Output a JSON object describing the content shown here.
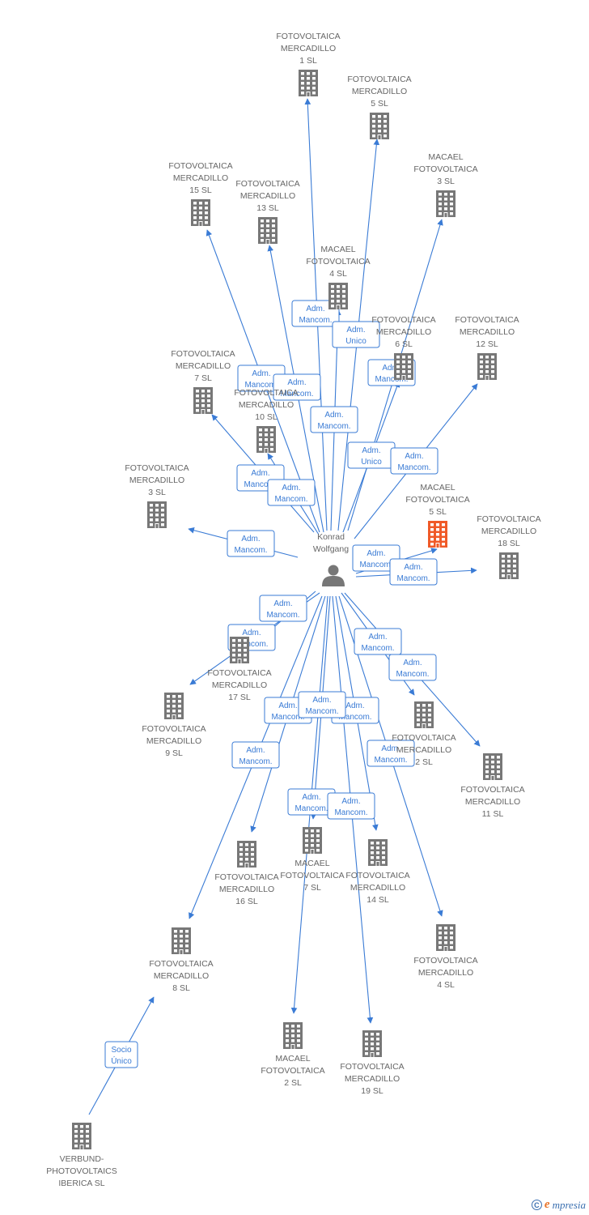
{
  "colors": {
    "edge": "#3a7bd5",
    "company": "#777777",
    "highlight": "#f05a28",
    "person": "#777777"
  },
  "person": {
    "id": "konrad",
    "label": [
      "Konrad",
      "Wolfgang"
    ]
  },
  "companies": [
    {
      "id": "c1",
      "label": [
        "FOTOVOLTAICA",
        "MERCADILLO",
        "1 SL"
      ]
    },
    {
      "id": "c5",
      "label": [
        "FOTOVOLTAICA",
        "MERCADILLO",
        "5 SL"
      ]
    },
    {
      "id": "m3",
      "label": [
        "MACAEL",
        "FOTOVOLTAICA",
        "3 SL"
      ]
    },
    {
      "id": "c15",
      "label": [
        "FOTOVOLTAICA",
        "MERCADILLO",
        "15 SL"
      ]
    },
    {
      "id": "c13",
      "label": [
        "FOTOVOLTAICA",
        "MERCADILLO",
        "13 SL"
      ]
    },
    {
      "id": "m4",
      "label": [
        "MACAEL",
        "FOTOVOLTAICA",
        "4 SL"
      ]
    },
    {
      "id": "c6",
      "label": [
        "FOTOVOLTAICA",
        "MERCADILLO",
        "6 SL"
      ]
    },
    {
      "id": "c12",
      "label": [
        "FOTOVOLTAICA",
        "MERCADILLO",
        "12 SL"
      ]
    },
    {
      "id": "c7",
      "label": [
        "FOTOVOLTAICA",
        "MERCADILLO",
        "7 SL"
      ]
    },
    {
      "id": "c10",
      "label": [
        "FOTOVOLTAICA",
        "MERCADILLO",
        "10 SL"
      ]
    },
    {
      "id": "c3",
      "label": [
        "FOTOVOLTAICA",
        "MERCADILLO",
        "3 SL"
      ]
    },
    {
      "id": "m5",
      "label": [
        "MACAEL",
        "FOTOVOLTAICA",
        "5 SL"
      ],
      "highlight": true
    },
    {
      "id": "c18",
      "label": [
        "FOTOVOLTAICA",
        "MERCADILLO",
        "18 SL"
      ]
    },
    {
      "id": "c17",
      "label": [
        "FOTOVOLTAICA",
        "MERCADILLO",
        "17 SL"
      ]
    },
    {
      "id": "c9",
      "label": [
        "FOTOVOLTAICA",
        "MERCADILLO",
        "9 SL"
      ]
    },
    {
      "id": "c2",
      "label": [
        "FOTOVOLTAICA",
        "MERCADILLO",
        "2 SL"
      ]
    },
    {
      "id": "c11",
      "label": [
        "FOTOVOLTAICA",
        "MERCADILLO",
        "11 SL"
      ]
    },
    {
      "id": "c16",
      "label": [
        "FOTOVOLTAICA",
        "MERCADILLO",
        "16 SL"
      ]
    },
    {
      "id": "m7",
      "label": [
        "MACAEL",
        "FOTOVOLTAICA",
        "7 SL"
      ]
    },
    {
      "id": "c14",
      "label": [
        "FOTOVOLTAICA",
        "MERCADILLO",
        "14 SL"
      ]
    },
    {
      "id": "c8",
      "label": [
        "FOTOVOLTAICA",
        "MERCADILLO",
        "8 SL"
      ]
    },
    {
      "id": "c4",
      "label": [
        "FOTOVOLTAICA",
        "MERCADILLO",
        "4 SL"
      ]
    },
    {
      "id": "m2",
      "label": [
        "MACAEL",
        "FOTOVOLTAICA",
        "2 SL"
      ]
    },
    {
      "id": "c19",
      "label": [
        "FOTOVOLTAICA",
        "MERCADILLO",
        "19 SL"
      ]
    },
    {
      "id": "vb",
      "label": [
        "VERBUND-",
        "PHOTOVOLTAICS",
        "IBERICA SL"
      ]
    }
  ],
  "edges": [
    {
      "from": "konrad",
      "to": "c1",
      "label": [
        "Adm.",
        "Mancom."
      ]
    },
    {
      "from": "konrad",
      "to": "c5",
      "label": [
        "Adm.",
        "Unico"
      ]
    },
    {
      "from": "konrad",
      "to": "m3",
      "label": [
        "Adm.",
        "Mancom."
      ]
    },
    {
      "from": "konrad",
      "to": "c15",
      "label": [
        "Adm.",
        "Mancom."
      ]
    },
    {
      "from": "konrad",
      "to": "c13",
      "label": [
        "Adm.",
        "Mancom."
      ]
    },
    {
      "from": "konrad",
      "to": "m4",
      "label": [
        "Adm.",
        "Mancom."
      ]
    },
    {
      "from": "konrad",
      "to": "c6",
      "label": [
        "Adm.",
        "Unico"
      ]
    },
    {
      "from": "konrad",
      "to": "c12",
      "label": [
        "Adm.",
        "Mancom."
      ]
    },
    {
      "from": "konrad",
      "to": "c7",
      "label": [
        "Adm.",
        "Mancom."
      ]
    },
    {
      "from": "konrad",
      "to": "c10",
      "label": [
        "Adm.",
        "Mancom."
      ]
    },
    {
      "from": "konrad",
      "to": "c3",
      "label": [
        "Adm.",
        "Mancom."
      ]
    },
    {
      "from": "konrad",
      "to": "m5",
      "label": [
        "Adm.",
        "Mancom."
      ]
    },
    {
      "from": "konrad",
      "to": "c18",
      "label": [
        "Adm.",
        "Mancom."
      ]
    },
    {
      "from": "konrad",
      "to": "c17",
      "label": [
        "Adm.",
        "Mancom."
      ]
    },
    {
      "from": "konrad",
      "to": "c9",
      "label": [
        "Adm.",
        "Mancom."
      ]
    },
    {
      "from": "konrad",
      "to": "c2",
      "label": [
        "Adm.",
        "Mancom."
      ]
    },
    {
      "from": "konrad",
      "to": "c11",
      "label": [
        "Adm.",
        "Mancom."
      ]
    },
    {
      "from": "konrad",
      "to": "c16",
      "label": [
        "Adm.",
        "Mancom."
      ]
    },
    {
      "from": "konrad",
      "to": "m7",
      "label": [
        "Adm.",
        "Mancom."
      ]
    },
    {
      "from": "konrad",
      "to": "c14",
      "label": [
        "Adm.",
        "Mancom."
      ]
    },
    {
      "from": "konrad",
      "to": "c8",
      "label": [
        "Adm.",
        "Mancom."
      ]
    },
    {
      "from": "konrad",
      "to": "c4",
      "label": [
        "Adm.",
        "Mancom."
      ]
    },
    {
      "from": "konrad",
      "to": "m2",
      "label": [
        "Adm.",
        "Mancom."
      ]
    },
    {
      "from": "konrad",
      "to": "c19",
      "label": [
        "Adm.",
        "Mancom."
      ]
    },
    {
      "from": "vb",
      "to": "c8",
      "label": [
        "Socio",
        "Único"
      ]
    }
  ],
  "brand": {
    "name": "mpresia",
    "initial": "e",
    "copyright": "C"
  }
}
